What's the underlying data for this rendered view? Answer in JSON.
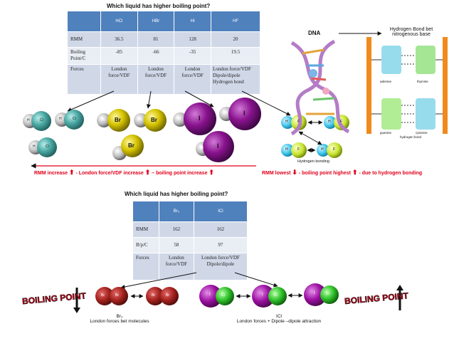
{
  "top": {
    "title": "Which liquid has higher boiling point?",
    "headers": [
      "",
      "HCl",
      "HBr",
      "HI",
      "HF"
    ],
    "rows": [
      {
        "label": "RMM",
        "cells": [
          "36.5",
          "81",
          "128",
          "20"
        ]
      },
      {
        "label": "Boiling Point/C",
        "cells": [
          "-85",
          "-66",
          "-35",
          "19.5"
        ]
      },
      {
        "label": "Forces",
        "cells": [
          "London force/VDF",
          "London force/VDF",
          "London force/VDF",
          "London force/VDF Dipole/dipole Hydrogen bond"
        ]
      }
    ],
    "atoms": {
      "h": "H",
      "cl": "Cl",
      "br": "Br",
      "i": "I",
      "f": "F"
    },
    "trend_parts": [
      "RMM increase",
      "- London force/VDF increase",
      "– boiling point increase"
    ],
    "hf_parts": [
      "RMM lowest",
      "- boiling point highest",
      "- due to hydrogen bonding"
    ],
    "hbond_label": "Hydrogen bonding"
  },
  "dna": {
    "label": "DNA",
    "hbond_title": "Hydrogen Bond bet nitrogenous base",
    "bases": [
      "adenine",
      "thymine",
      "guanine",
      "cytosine"
    ],
    "hbond_small": "hydrogen bond"
  },
  "bottom": {
    "title": "Which liquid has higher boiling point?",
    "headers": [
      "",
      "Br₂",
      "ICl"
    ],
    "rows": [
      {
        "label": "RMM",
        "cells": [
          "162",
          "162"
        ]
      },
      {
        "label": "B/p/C",
        "cells": [
          "58",
          "97"
        ]
      },
      {
        "label": "Forces",
        "cells": [
          "London force/VDF",
          "London force/VDF Dipole/dipole"
        ]
      }
    ],
    "boiling_point": "BOILING POINT",
    "br2_caption": [
      "Br₂",
      "London forces bet molecules"
    ],
    "icl_caption": [
      "ICl",
      "London forces + Dipole –dipole attraction"
    ]
  },
  "colors": {
    "table_header": "#4f81bd",
    "table_row_dark": "#d0d8e8",
    "table_row_light": "#e9edf4",
    "cl": "#4aa9a4",
    "br": "#d6c400",
    "i": "#8a138f",
    "f": "#c8e430",
    "arrow_red": "#e0001a",
    "dna_bar": "#f08a1c"
  }
}
